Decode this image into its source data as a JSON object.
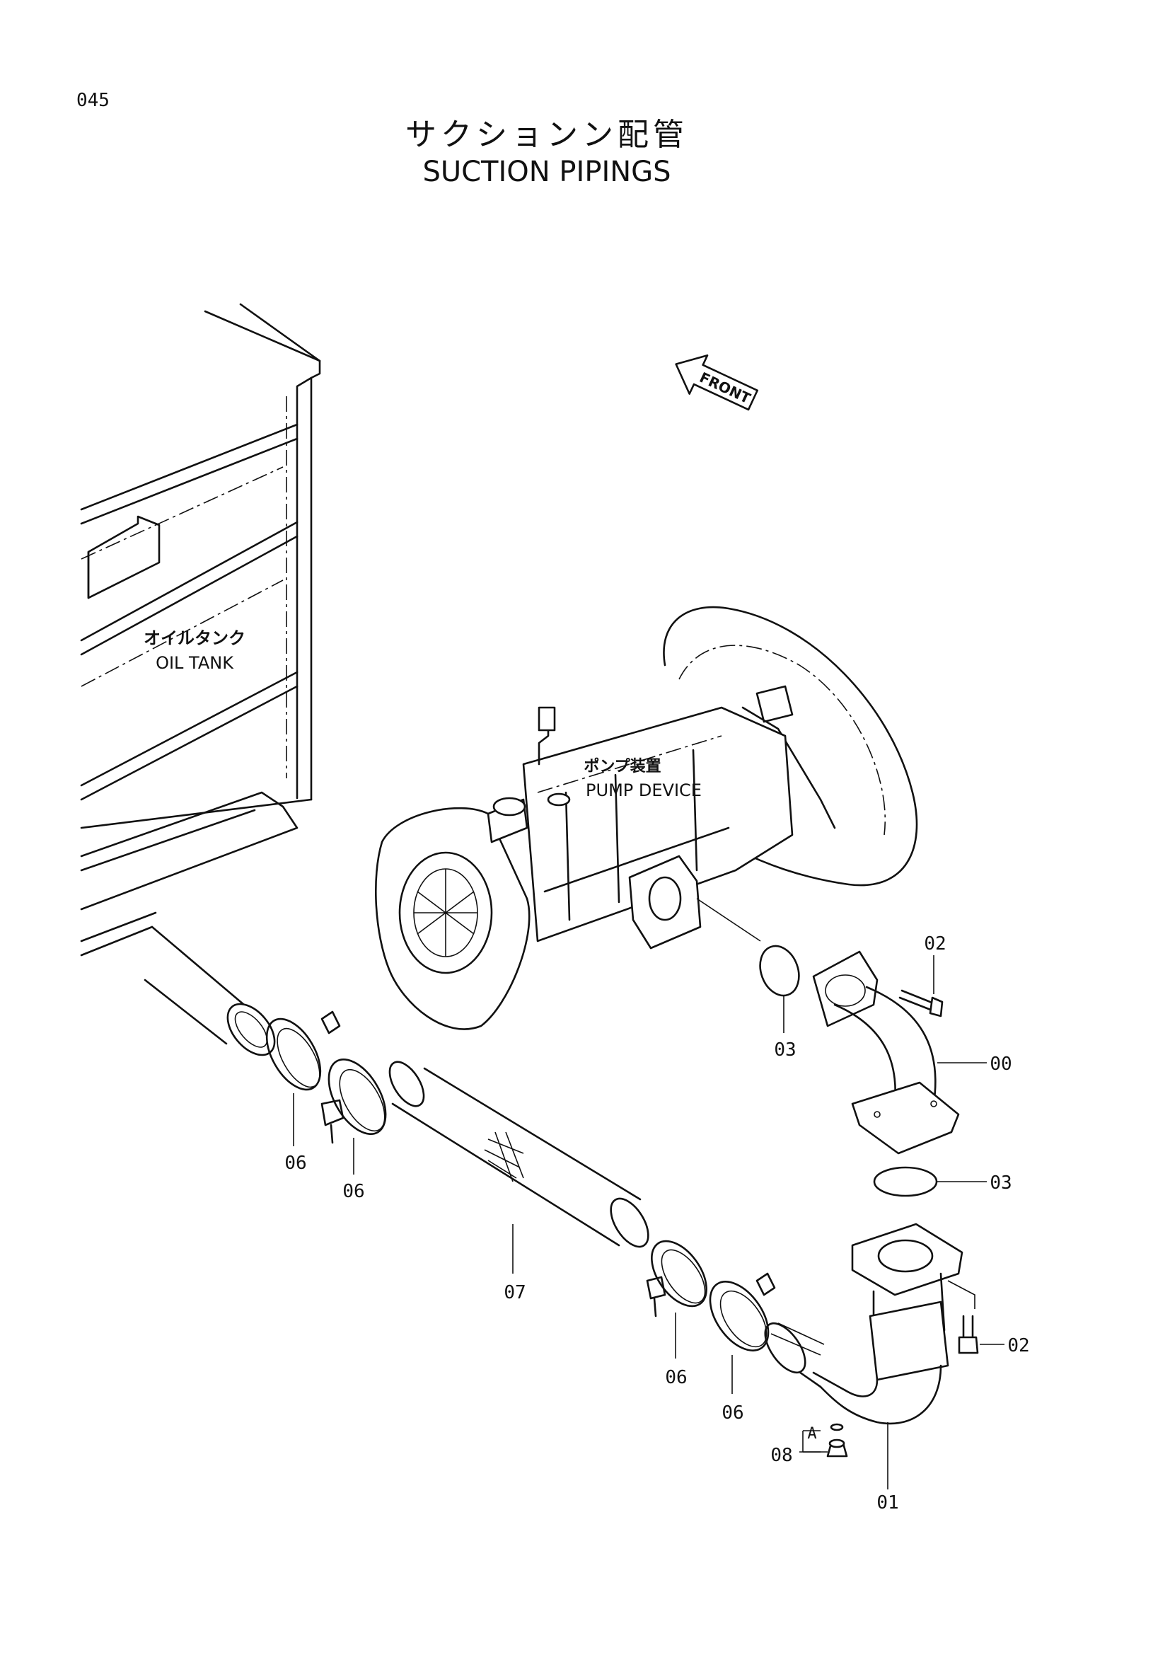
{
  "page": {
    "number": "045",
    "title_jp": "サクションン配管",
    "title_en": "SUCTION PIPINGS"
  },
  "assemblies": {
    "oil_tank": {
      "jp": "オイルタンク",
      "en": "OIL TANK"
    },
    "pump_device": {
      "jp": "ポンプ装置",
      "en": "PUMP DEVICE"
    },
    "front_arrow": "FRONT"
  },
  "callouts": {
    "part_00": "00",
    "part_01": "01",
    "part_02_top": "02",
    "part_02_bottom": "02",
    "part_03_oring_upper": "03",
    "part_03_oring_lower": "03",
    "part_06_a": "06",
    "part_06_b": "06",
    "part_06_c": "06",
    "part_06_d": "06",
    "part_07": "07",
    "part_08": "08",
    "detail_a": "A"
  }
}
